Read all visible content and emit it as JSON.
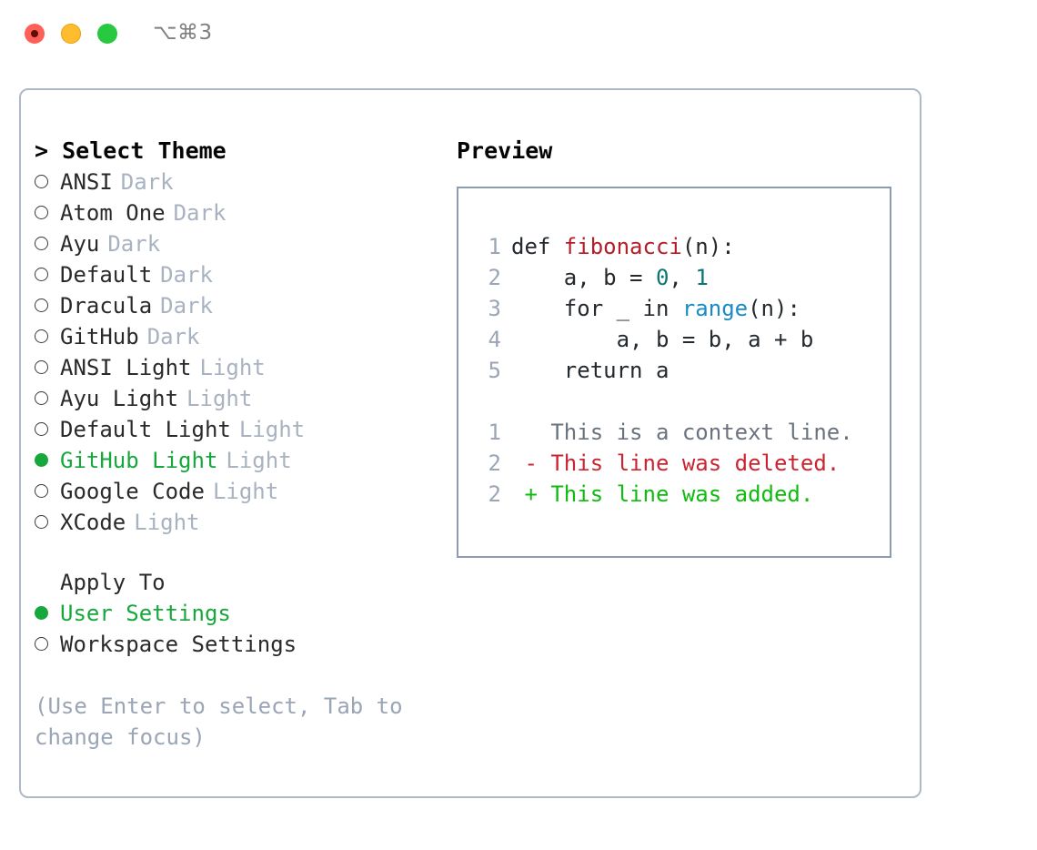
{
  "titlebar": {
    "shortcut": "⌥⌘3",
    "buttons": [
      {
        "name": "close",
        "color": "#ff5f57"
      },
      {
        "name": "minimize",
        "color": "#febc2e"
      },
      {
        "name": "zoom",
        "color": "#28c840"
      }
    ]
  },
  "left": {
    "header": "> Select Theme",
    "themes": [
      {
        "name": "ANSI",
        "variant": "Dark",
        "selected": false
      },
      {
        "name": "Atom One",
        "variant": "Dark",
        "selected": false
      },
      {
        "name": "Ayu",
        "variant": "Dark",
        "selected": false
      },
      {
        "name": "Default",
        "variant": "Dark",
        "selected": false
      },
      {
        "name": "Dracula",
        "variant": "Dark",
        "selected": false
      },
      {
        "name": "GitHub",
        "variant": "Dark",
        "selected": false
      },
      {
        "name": "ANSI Light",
        "variant": "Light",
        "selected": false
      },
      {
        "name": "Ayu Light",
        "variant": "Light",
        "selected": false
      },
      {
        "name": "Default Light",
        "variant": "Light",
        "selected": false
      },
      {
        "name": "GitHub Light",
        "variant": "Light",
        "selected": true
      },
      {
        "name": "Google Code",
        "variant": "Light",
        "selected": false
      },
      {
        "name": "XCode",
        "variant": "Light",
        "selected": false
      }
    ],
    "apply_to": {
      "label": "Apply To",
      "options": [
        {
          "name": "User Settings",
          "selected": true
        },
        {
          "name": "Workspace Settings",
          "selected": false
        }
      ]
    },
    "hint": "(Use Enter to select, Tab to change focus)"
  },
  "right": {
    "header": "Preview",
    "code_lines": [
      {
        "num": "1",
        "tokens": [
          {
            "t": "def ",
            "c": "plain"
          },
          {
            "t": "fibonacci",
            "c": "fn"
          },
          {
            "t": "(n):",
            "c": "plain"
          }
        ]
      },
      {
        "num": "2",
        "tokens": [
          {
            "t": "    a, b = ",
            "c": "plain"
          },
          {
            "t": "0",
            "c": "num"
          },
          {
            "t": ", ",
            "c": "plain"
          },
          {
            "t": "1",
            "c": "num"
          }
        ]
      },
      {
        "num": "3",
        "tokens": [
          {
            "t": "    for _ in ",
            "c": "plain"
          },
          {
            "t": "range",
            "c": "call"
          },
          {
            "t": "(n):",
            "c": "plain"
          }
        ]
      },
      {
        "num": "4",
        "tokens": [
          {
            "t": "        a, b = b, a + b",
            "c": "plain"
          }
        ]
      },
      {
        "num": "5",
        "tokens": [
          {
            "t": "    return a",
            "c": "plain"
          }
        ]
      }
    ],
    "diff_lines": [
      {
        "num": "1",
        "marker": "  ",
        "text": "This is a context line.",
        "kind": "ctx"
      },
      {
        "num": "2",
        "marker": "- ",
        "text": "This line was deleted.",
        "kind": "del"
      },
      {
        "num": "2",
        "marker": "+ ",
        "text": "This line was added.",
        "kind": "add"
      }
    ]
  },
  "colors": {
    "accent_green": "#16a83c",
    "muted": "#a8b2c0",
    "border": "#aeb8c6",
    "preview_border": "#8d9cb0",
    "diff_add": "#10bb10",
    "diff_del": "#cb2431",
    "fn": "#b31d28",
    "num": "#0b7578",
    "call": "#1b8bc4"
  }
}
